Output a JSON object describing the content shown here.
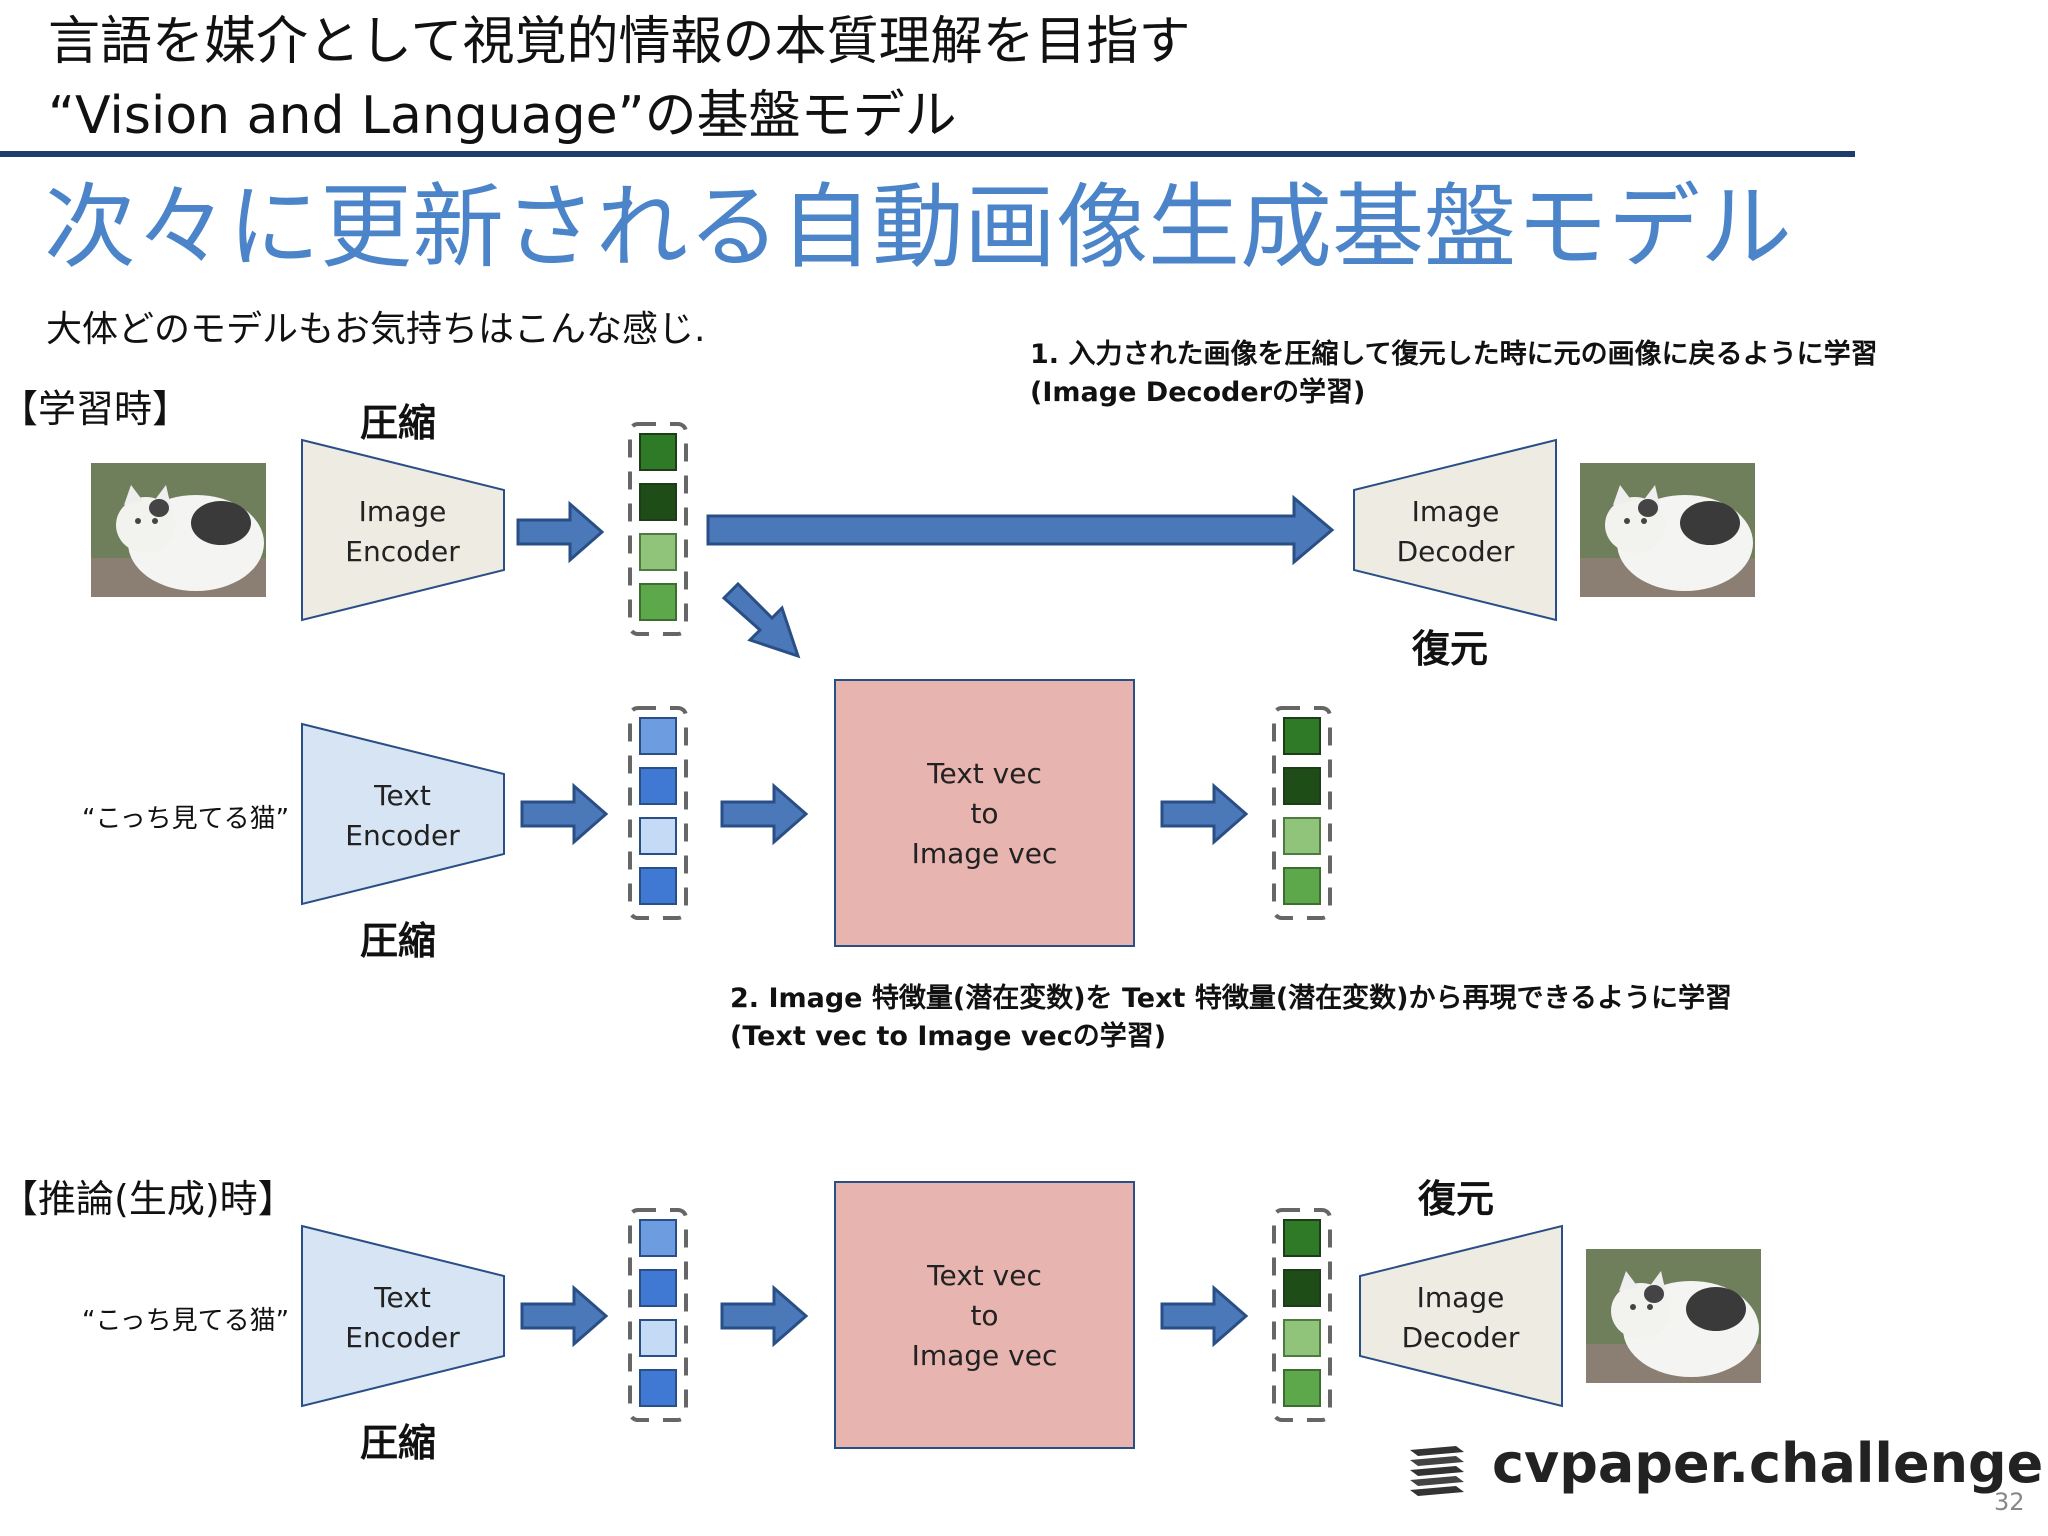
{
  "header": {
    "line1": "言語を媒介として視覚的情報の本質理解を目指す",
    "line2": "“Vision and Language”の基盤モデル"
  },
  "title": "次々に更新される自動画像生成基盤モデル",
  "subtitle": "大体どのモデルもお気持ちはこんな感じ.",
  "training": {
    "label": "【学習時】",
    "note1_line1": "1. 入力された画像を圧縮して復元した時に元の画像に戻るように学習",
    "note1_line2": "(Image Decoderの学習)",
    "compress_top": "圧縮",
    "image_encoder": [
      "Image",
      "Encoder"
    ],
    "image_decoder": [
      "Image",
      "Decoder"
    ],
    "restore": "復元",
    "text_quote": "“こっち見てる猫”",
    "text_encoder": [
      "Text",
      "Encoder"
    ],
    "compress_bottom": "圧縮",
    "converter": [
      "Text vec",
      "to",
      "Image vec"
    ],
    "note2_line1": "2. Image 特徴量(潜在変数)を Text 特徴量(潜在変数)から再現できるように学習",
    "note2_line2": "(Text vec to Image vecの学習)"
  },
  "inference": {
    "label": "【推論(生成)時】",
    "text_quote": "“こっち見てる猫”",
    "text_encoder": [
      "Text",
      "Encoder"
    ],
    "compress": "圧縮",
    "converter": [
      "Text vec",
      "to",
      "Image vec"
    ],
    "restore": "復元",
    "image_decoder": [
      "Image",
      "Decoder"
    ]
  },
  "colors": {
    "arrow_fill": "#4a78b8",
    "arrow_stroke": "#2a4f86",
    "image_enc_fill": "#eeebe3",
    "text_enc_fill": "#d6e4f3",
    "converter_fill": "#e8b4b0",
    "green_vec": [
      "#2f7a26",
      "#1f4d17",
      "#8fc47a",
      "#5ca84a"
    ],
    "blue_vec": [
      "#6d9de0",
      "#3f79d4",
      "#c5daf4",
      "#3f79d4"
    ],
    "title_blue": "#4b84c8"
  },
  "logo": "cvpaper.challenge",
  "page_number": "32"
}
